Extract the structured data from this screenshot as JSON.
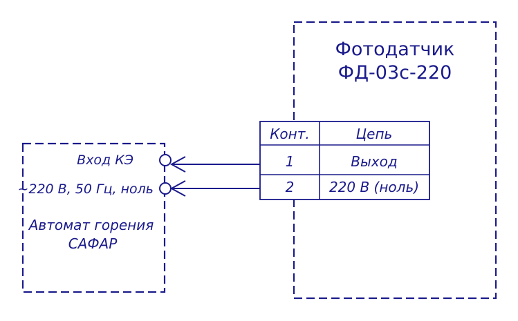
{
  "sensor": {
    "title_line1": "Фотодатчик",
    "title_line2": "ФД-03с-220"
  },
  "table": {
    "headers": [
      "Конт.",
      "Цепь"
    ],
    "rows": [
      {
        "contact": "1",
        "circuit": "Выход"
      },
      {
        "contact": "2",
        "circuit": "220 В (ноль)"
      }
    ]
  },
  "controller": {
    "inputs": [
      "Вход КЭ",
      "~220 В, 50 Гц, ноль"
    ],
    "name_line1": "Автомат горения",
    "name_line2": "САФАР"
  },
  "colors": {
    "ink": "#1a1a8c"
  }
}
